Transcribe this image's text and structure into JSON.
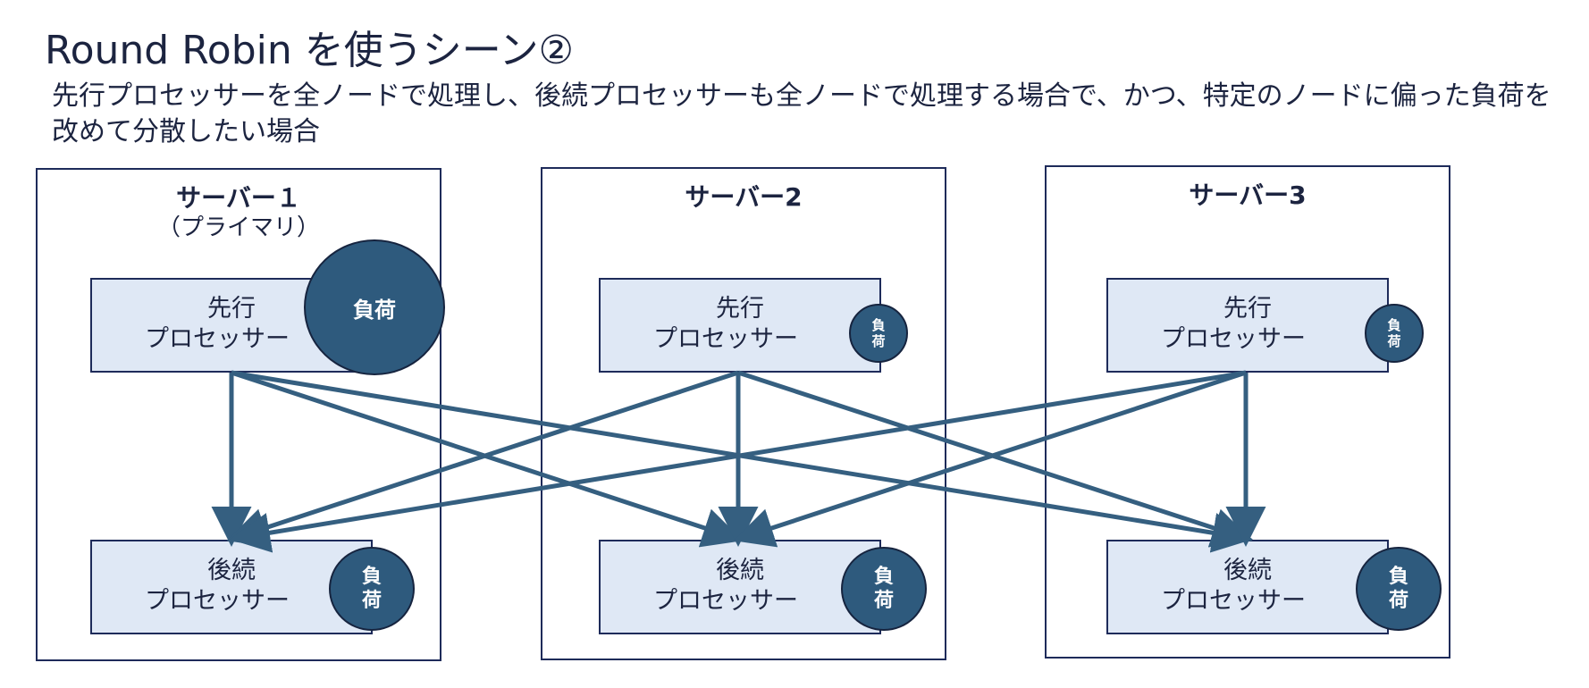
{
  "title": "Round Robin を使うシーン②",
  "subtitle": "先行プロセッサーを全ノードで処理し、後続プロセッサーも全ノードで処理する場合で、かつ、特定のノードに偏った負荷を改めて分散したい場合",
  "servers": [
    {
      "name": "サーバー１",
      "sub": "（プライマリ）",
      "upstream": {
        "line1": "先行",
        "line2": "プロセッサー",
        "load": "負荷"
      },
      "downstream": {
        "line1": "後続",
        "line2": "プロセッサー",
        "load": "負荷"
      }
    },
    {
      "name": "サーバー2",
      "sub": "",
      "upstream": {
        "line1": "先行",
        "line2": "プロセッサー",
        "load": "負荷"
      },
      "downstream": {
        "line1": "後続",
        "line2": "プロセッサー",
        "load": "負荷"
      }
    },
    {
      "name": "サーバー3",
      "sub": "",
      "upstream": {
        "line1": "先行",
        "line2": "プロセッサー",
        "load": "負荷"
      },
      "downstream": {
        "line1": "後続",
        "line2": "プロセッサー",
        "load": "負荷"
      }
    }
  ],
  "colors": {
    "border": "#1e2b5a",
    "box_fill": "#dfe8f5",
    "load_fill": "#2e5a7d",
    "arrow": "#355f80"
  }
}
